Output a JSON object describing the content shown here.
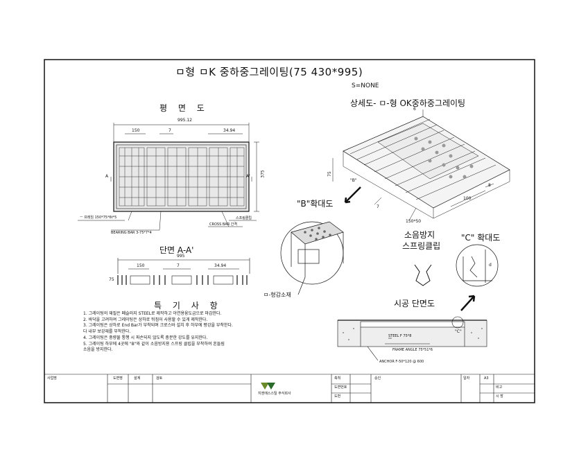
{
  "title": "ㅁ형 ㅁK 중하중그레이팅(75 430*995)",
  "scale": "S=NONE",
  "plan_view": {
    "heading": "평 면 도",
    "dim_total": "995.12",
    "dim_a": "150",
    "dim_b": "7",
    "dim_c": "34.94",
    "dim_side": "375",
    "label_a": "A",
    "label_a2": "A'",
    "note_frame": "ㅡ 프레임  150*75*6t*5",
    "note_bearing": "BEARING BAR 3-75*7*4",
    "note_cross": "CROSS BAR 간격",
    "note_spring": "스프링클립"
  },
  "detail_view": {
    "heading": "상세도- ㅁ-형 OK중하중그레이팅",
    "dim_6": "6",
    "dim_75": "75",
    "label_b": "\"B\"",
    "dim_7": "7",
    "dim_100": "100",
    "dim_8": "8",
    "dim_tube": "150*50"
  },
  "section_view": {
    "heading": "단면 A-A'",
    "dim_total": "995",
    "dim_a": "150",
    "dim_b": "7",
    "dim_c": "34.94",
    "dim_side": "75"
  },
  "zoom_b": {
    "heading": "\"B\"확대도",
    "callout": "ㅁ-형감소재"
  },
  "spring_clip": {
    "line1": "소음방지",
    "line2": "스프링클립"
  },
  "zoom_c": {
    "heading": "\"C\"  확대도",
    "dim": "d"
  },
  "install": {
    "heading": "시공 단면도",
    "label_c": "\"C\"",
    "steel": "STEEL F 75*8",
    "frame": "FRAME ANGLE 75*51*6",
    "anchor": "ANCHOR F-50*120 @ 600"
  },
  "notes": {
    "heading": "특 기 사 항",
    "lines": [
      "1. 그레이팅의 재질은 폐슬러지 STEEL로 제작하고 아연용융도금으로 마감한다.",
      "2. 바닥을 고려하여 그레이팅은 상하로 뒤집어 사용할 수 있게 제작한다.",
      "3. 그레이팅은 상하로 End Bar가 부착되며 크로스바 설치 후 하부에 평강을 부착한다.",
      "   다 내부 보강재를 부착한다.",
      "4. 그레이팅은 중량물 통행 시 파손되지 않도록 충분한 강도를 유지한다.",
      "5. 그레이팅 하부에 4곳에 \"B\"와 같이 소음방지용 스프링 클립을 부착하여 흔들림",
      "   소음을 방지한다."
    ]
  },
  "title_block": {
    "c1": "사업명",
    "c2": "도면명",
    "c3": "설계",
    "c4": "검토",
    "c5": "축척",
    "c6": "도면번호",
    "c7": "도번",
    "c8": "승인",
    "c9": "일자",
    "c10": "비고",
    "c11": "시 방",
    "c12": "A3",
    "logo_text": "지엔에스스틸 주식회사"
  }
}
